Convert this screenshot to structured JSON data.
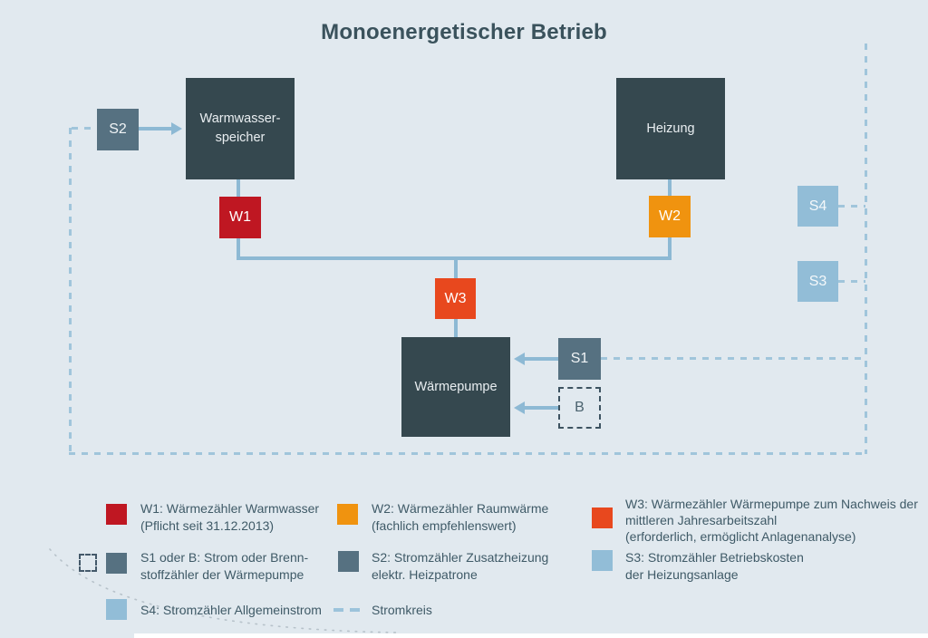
{
  "title": "Monoenergetischer Betrieb",
  "nodes": {
    "warmwasserspeicher": {
      "line1": "Warmwasser-",
      "line2": "speicher"
    },
    "heizung": {
      "label": "Heizung"
    },
    "waermepumpe": {
      "label": "Wärmepumpe"
    },
    "w1": {
      "label": "W1"
    },
    "w2": {
      "label": "W2"
    },
    "w3": {
      "label": "W3"
    },
    "s1": {
      "label": "S1"
    },
    "s2": {
      "label": "S2"
    },
    "s3": {
      "label": "S3"
    },
    "s4": {
      "label": "S4"
    },
    "b": {
      "label": "B"
    }
  },
  "legend": {
    "w1": {
      "lines": [
        "W1: Wärmezähler Warmwasser",
        "(Pflicht seit 31.12.2013)"
      ]
    },
    "w2": {
      "lines": [
        "W2: Wärmezähler Raumwärme",
        "(fachlich empfehlenswert)"
      ]
    },
    "w3": {
      "lines": [
        "W3: Wärmezähler Wärmepumpe zum Nachweis der",
        "mittleren Jahresarbeitszahl",
        "(erforderlich, ermöglicht Anlagenanalyse)"
      ]
    },
    "s1b": {
      "lines": [
        "S1 oder B: Strom oder Brenn-",
        "stoffzähler der Wärmepumpe"
      ]
    },
    "s2": {
      "lines": [
        "S2: Stromzähler Zusatzheizung",
        "elektr. Heizpatrone"
      ]
    },
    "s3": {
      "lines": [
        "S3: Stromzähler Betriebskosten",
        "der Heizungsanlage"
      ]
    },
    "s4": {
      "lines": [
        "S4: Stromzähler Allgemeinstrom"
      ]
    },
    "stromkreis": {
      "label": "Stromkreis"
    }
  },
  "colors": {
    "background": "#e1e9ef",
    "dark_box": "#35484f",
    "slate_box": "#567181",
    "light_blue_box": "#92bdd7",
    "red": "#bf1722",
    "orange": "#f0930f",
    "orange_red": "#e8481e",
    "solid_line": "#8db9d4",
    "dashed_line": "#a0c5db",
    "title_text": "#3a525c",
    "legend_text": "#3f5a67"
  }
}
